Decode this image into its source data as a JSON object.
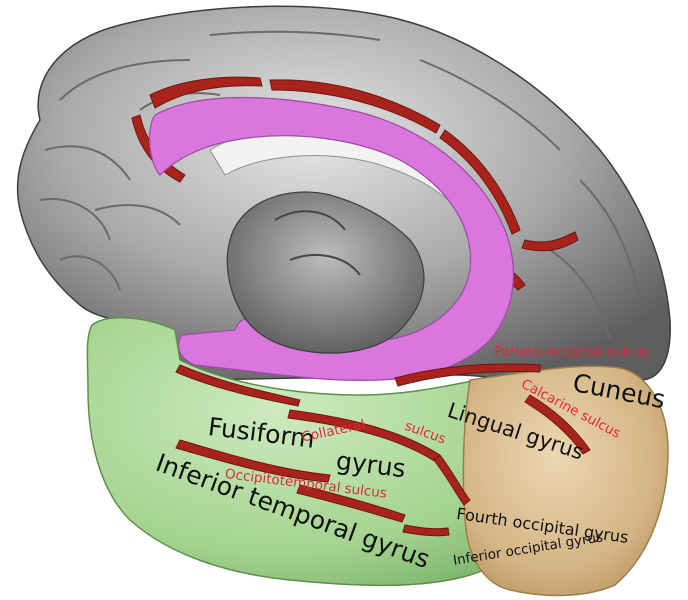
{
  "labels": {
    "cuneus": "Cuneus",
    "lingual_gyrus": "Lingual gyrus",
    "fusiform_gyrus_1": "Fusiform",
    "fusiform_gyrus_2": "gyrus",
    "inferior_temporal_gyrus": "Inferior temporal gyrus",
    "fourth_occipital_gyrus": "Fourth occipital gyrus",
    "inferior_occipital_gyrus": "Inferior occipital gyrus",
    "parieto_occipital_sulcus": "Parieto-occipital sulcus",
    "calcarine_sulcus": "Calcarine sulcus",
    "collateral_sulcus_1": "Collateral",
    "collateral_sulcus_2": "sulcus",
    "occipitotemporal_sulcus": "Occipitotemporal sulcus"
  },
  "colors": {
    "cortex_gray": "#9a9a9a",
    "sulcus_red": "#a8231c",
    "cingulate_magenta": "#d977df",
    "temporal_green": "#a9d694",
    "occipital_tan": "#d7b98b",
    "label_dark": "#111111",
    "label_red": "#e0283c"
  }
}
